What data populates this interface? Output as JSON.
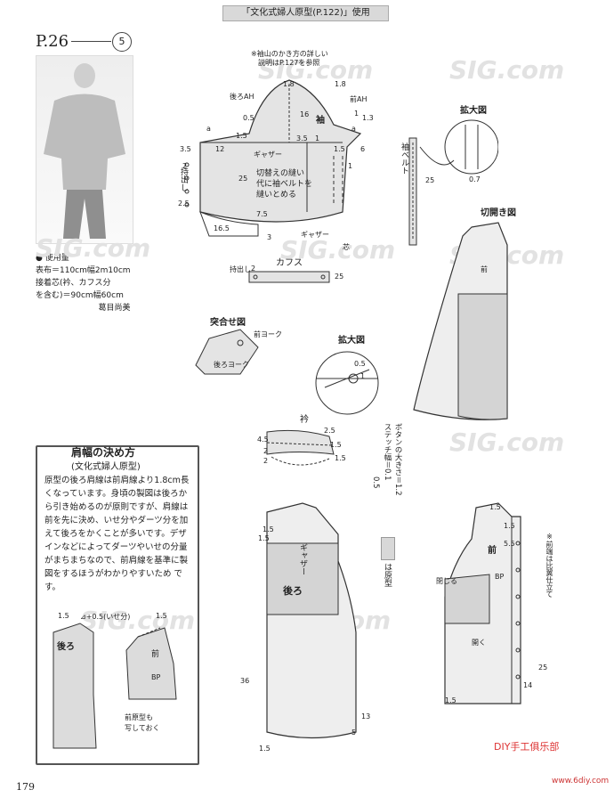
{
  "header": {
    "title": "「文化式婦人原型(P.122)」使用"
  },
  "page": {
    "label": "P.26",
    "pattern_no": "5",
    "page_number": "179"
  },
  "watermark": {
    "text": "SIG.com"
  },
  "fabric": {
    "heading": "● 使用量",
    "line1": "表布＝110cm幅2m10cm",
    "line2": "接着芯(衿、カフス分",
    "line3": "を含む)＝90cm幅60cm",
    "author": "葛目尚美"
  },
  "sleeve": {
    "note1": "※袖山のかき方の詳しい",
    "note2": "説明はP.127を参照",
    "title": "袖",
    "back_ah": "後ろAH",
    "front_ah": "前AH",
    "gather": "ギャザー",
    "gather2": "ギャザー",
    "placket": "持出し",
    "inner1": "切替えの縫い",
    "inner2": "代に袖ベルトを",
    "inner3": "縫いとめる",
    "dims": [
      "1.8",
      "1.8",
      "16",
      "0.5",
      "1",
      "1.3",
      "1.5",
      "3.5",
      "1",
      "12",
      "1.5",
      "6",
      "3.5",
      "2",
      "25",
      "2.5",
      "7.5",
      "16.5",
      "3",
      "1",
      "a",
      "a"
    ]
  },
  "zoom1": {
    "title": "拡大図",
    "label": "袖ベルト",
    "dims": [
      "25",
      "0.7"
    ]
  },
  "cut_open": {
    "title": "切開き図",
    "front": "前"
  },
  "cuff": {
    "title": "カフス",
    "placket": "持出し",
    "dims": [
      "2",
      "25"
    ]
  },
  "core": "芯",
  "joined": {
    "title": "突合せ図",
    "front_yoke": "前ヨーク",
    "back_yoke": "後ろヨーク"
  },
  "zoom2": {
    "title": "拡大図",
    "dims": [
      "0.5",
      "1"
    ]
  },
  "collar": {
    "title": "衿",
    "dims": [
      "4.5",
      "2.5",
      "1.5",
      "2",
      "2",
      "1.5"
    ]
  },
  "button": {
    "line1": "ボタンの大きさ＝1.2",
    "line2": "ステッチ幅＝0.1",
    "line3": "0.5"
  },
  "legend": {
    "text": "は原型"
  },
  "box": {
    "title": "肩幅の決め方",
    "subtitle": "(文化式婦人原型)",
    "body": "原型の後ろ肩線は前肩線より1.8cm長くなっています。身頃の製図は後ろから引き始めるのが原則ですが、肩線は前を先に決め、いせ分やダーツ分を加えて後ろをかくことが多いです。デザインなどによってダーツやいせの分量がまちまちなので、前肩線を基準に製図をするほうがわかりやすいため です。",
    "dim_left": "1.5",
    "formula": "⊿+0.5(いせ分)",
    "dim_right": "1.5",
    "back": "後ろ",
    "front": "前",
    "bp": "BP",
    "note1": "前原型も",
    "note2": "写しておく"
  },
  "back_body": {
    "label": "後ろ",
    "gather": "ギャザー",
    "dims": [
      "1.5",
      "1.5",
      "36",
      "13",
      "5",
      "1.5"
    ]
  },
  "front_body": {
    "label": "前",
    "bp": "BP",
    "close": "閉じる",
    "open": "開く",
    "note": "※前端は比翼仕立て",
    "dims": [
      "1.5",
      "5.5",
      "1.5",
      "25",
      "14",
      "1.5"
    ]
  },
  "site": {
    "logo": "DIY手工俱乐部",
    "url": "www.6diy.com"
  }
}
